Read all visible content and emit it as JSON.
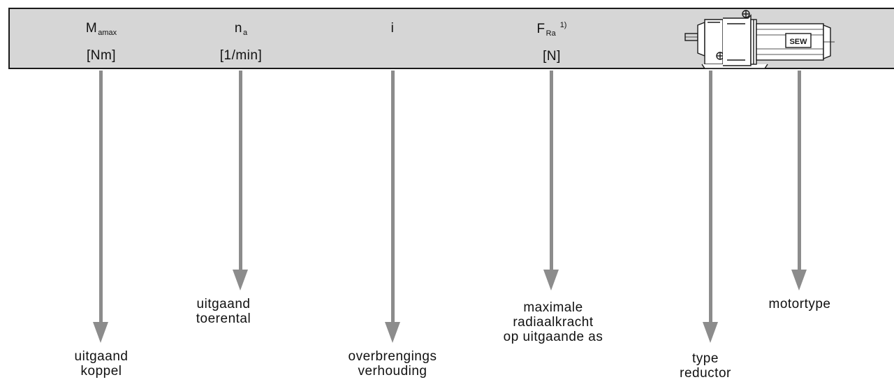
{
  "columns": {
    "torque": {
      "symbol": "M",
      "subscript": "amax",
      "unit": "[Nm]",
      "label_1": "uitgaand",
      "label_2": "koppel"
    },
    "speed": {
      "symbol": "n",
      "subscript": "a",
      "unit": "[1/min]",
      "label_1": "uitgaand",
      "label_2": "toerental"
    },
    "ratio": {
      "symbol": "i",
      "label_1": "overbrengings",
      "label_2": "verhouding"
    },
    "radial": {
      "symbol": "F",
      "subscript": "Ra",
      "superscript": "1)",
      "unit": "[N]",
      "label_1": "maximale",
      "label_2": "radiaalkracht",
      "label_3": "op uitgaande as"
    },
    "reducer": {
      "label_1": "type",
      "label_2": "reductor"
    },
    "motor": {
      "label_1": "motortype",
      "nameplate_text": "SEW"
    }
  },
  "colors": {
    "header_bg": "#d6d6d6",
    "arrow": "#8c8c8c",
    "border": "#1a1a1a"
  }
}
